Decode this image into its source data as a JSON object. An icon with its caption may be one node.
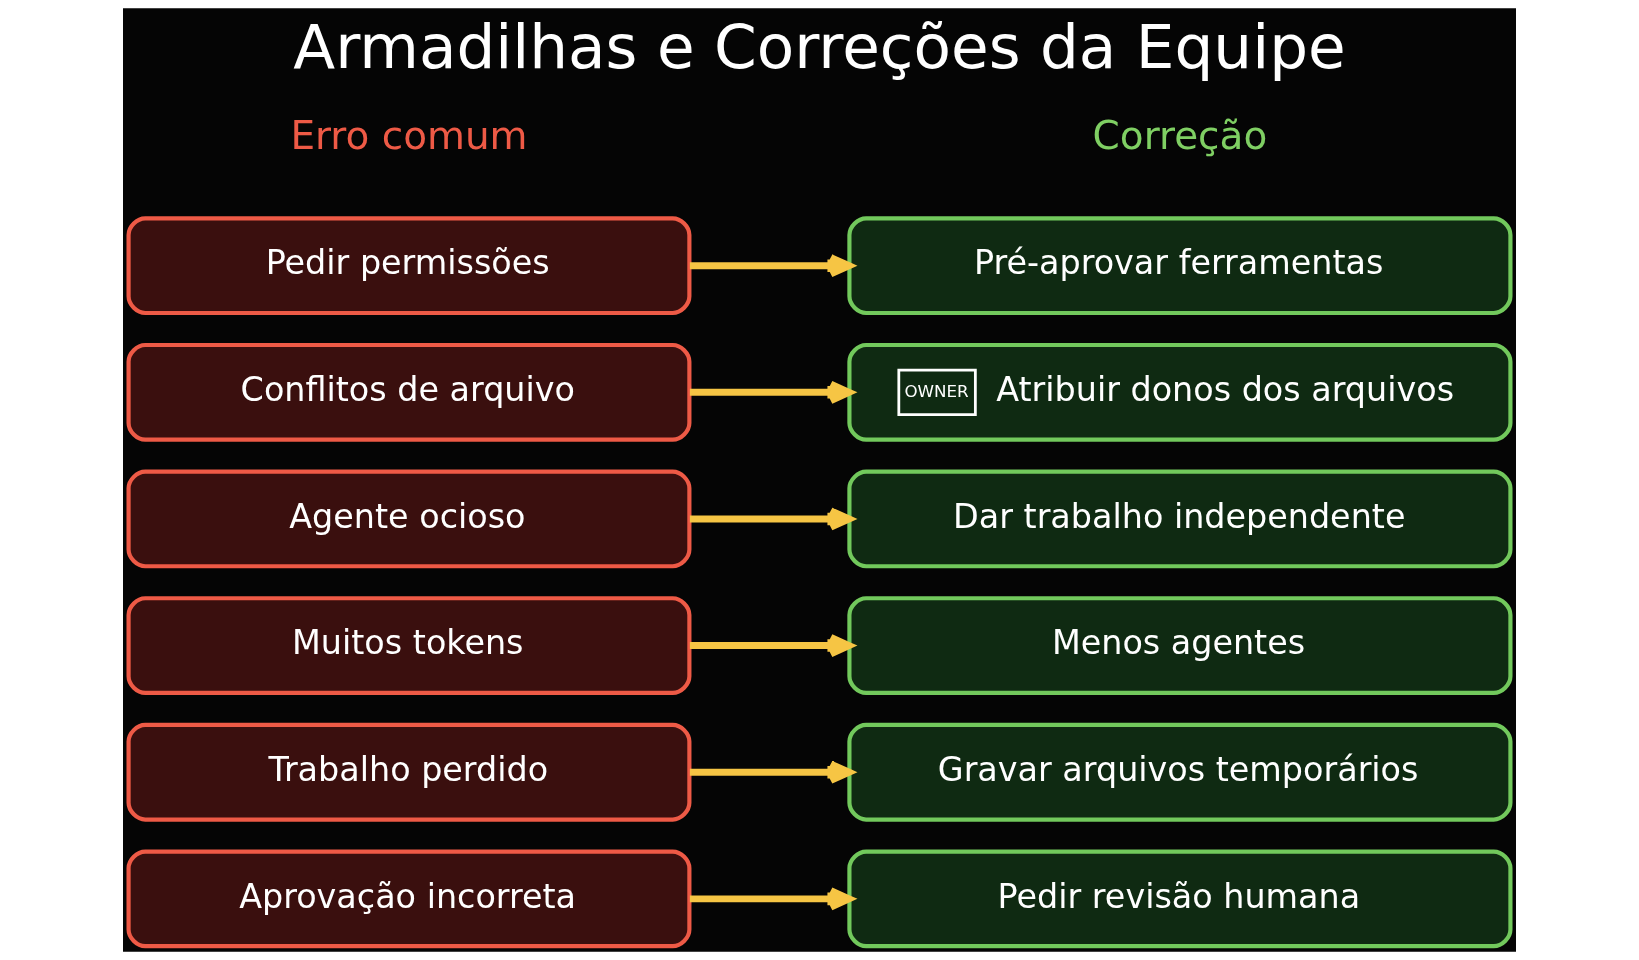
{
  "diagram": {
    "title": "Armadilhas e Correções da Equipe",
    "nodes": [
      {
        "text": [
          "Pedir permissões"
        ]
      },
      {
        "text": [
          "Pré-aprovar ferramentas"
        ]
      },
      {
        "text": [
          "Conflitos de arquivo"
        ]
      },
      {
        "text": [
          "OWNER",
          "Atribuir donos dos arquivos"
        ]
      },
      {
        "text": [
          "Agente ocioso"
        ]
      },
      {
        "text": [
          "Dar trabalho independente"
        ]
      },
      {
        "text": [
          "Muitos tokens"
        ]
      },
      {
        "text": [
          "Menos agentes"
        ]
      },
      {
        "text": [
          "Trabalho perdido"
        ]
      },
      {
        "text": [
          "Gravar arquivos temporários"
        ]
      },
      {
        "text": [
          "Aprovação incorreta"
        ]
      },
      {
        "text": [
          "Pedir revisão humana"
        ]
      }
    ],
    "edges": [
      {
        "from": 0,
        "to": 1,
        "arrow": "to"
      },
      {
        "from": 2,
        "to": 3,
        "arrow": "to"
      },
      {
        "from": 4,
        "to": 5,
        "arrow": "to"
      },
      {
        "from": 6,
        "to": 7,
        "arrow": "to"
      },
      {
        "from": 8,
        "to": 9,
        "arrow": "to"
      },
      {
        "from": 10,
        "to": 11,
        "arrow": "to"
      }
    ],
    "labels": [
      "Erro comum",
      "Correção"
    ]
  }
}
